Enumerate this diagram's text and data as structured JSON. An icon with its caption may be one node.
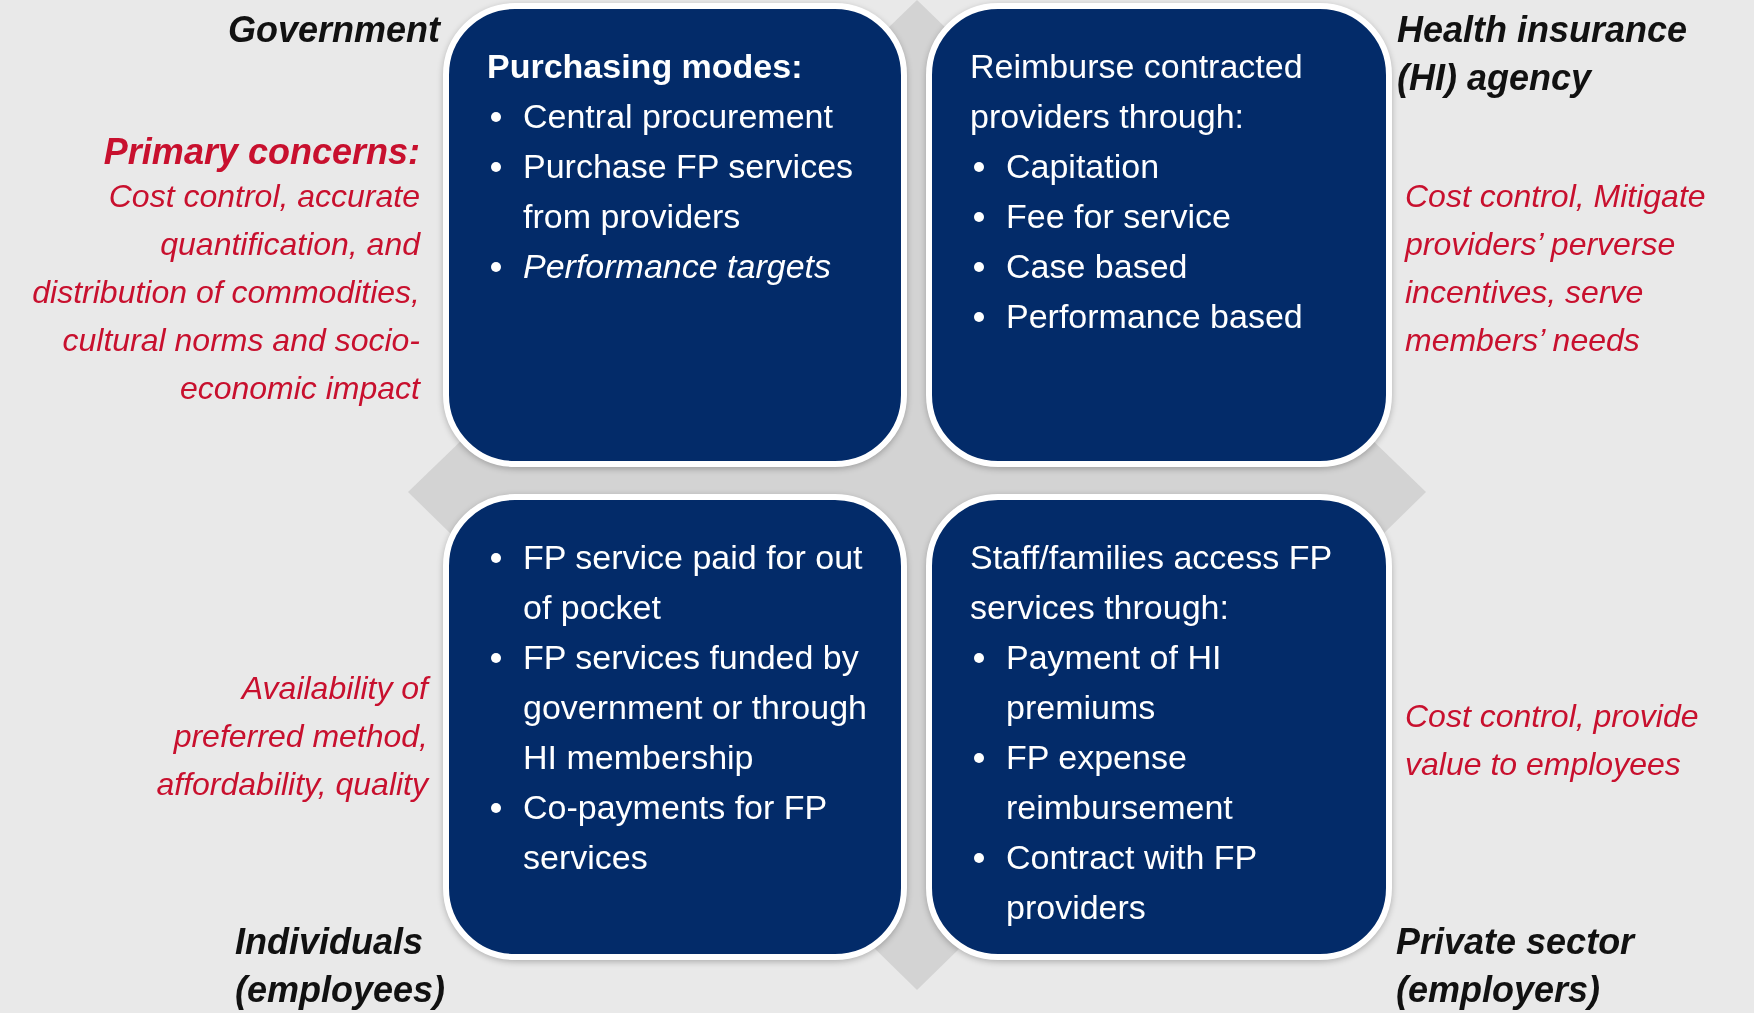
{
  "diagram": {
    "nodes": [
      {
        "text": [
          "Purchasing modes:",
          "Central procurement",
          "Purchase FP services from providers",
          "*Performance targets*"
        ]
      },
      {
        "text": [
          "Reimburse contracted providers through:",
          "Capitation",
          "Fee for service",
          "Case based",
          "Performance based"
        ]
      },
      {
        "text": [
          "FP service paid for out of pocket",
          "FP services funded by government or through HI membership",
          "Co-payments for FP services"
        ]
      },
      {
        "text": [
          "Staff/families access FP services through:",
          "Payment of HI premiums",
          "FP expense reimbursement",
          "Contract with FP providers"
        ]
      }
    ],
    "edges": [],
    "labels": [
      "Government",
      "Health insurance (HI) agency",
      "Primary concerns:",
      "Cost control, accurate quantification, and distribution of commodities, cultural norms and socio-economic impact",
      "Cost control, Mitigate providers’ perverse incentives, serve members’ needs",
      "Availability of preferred method, affordability, quality",
      "Cost control, provide value to employees",
      "Individuals (employees)",
      "Private sector (employers)"
    ]
  }
}
